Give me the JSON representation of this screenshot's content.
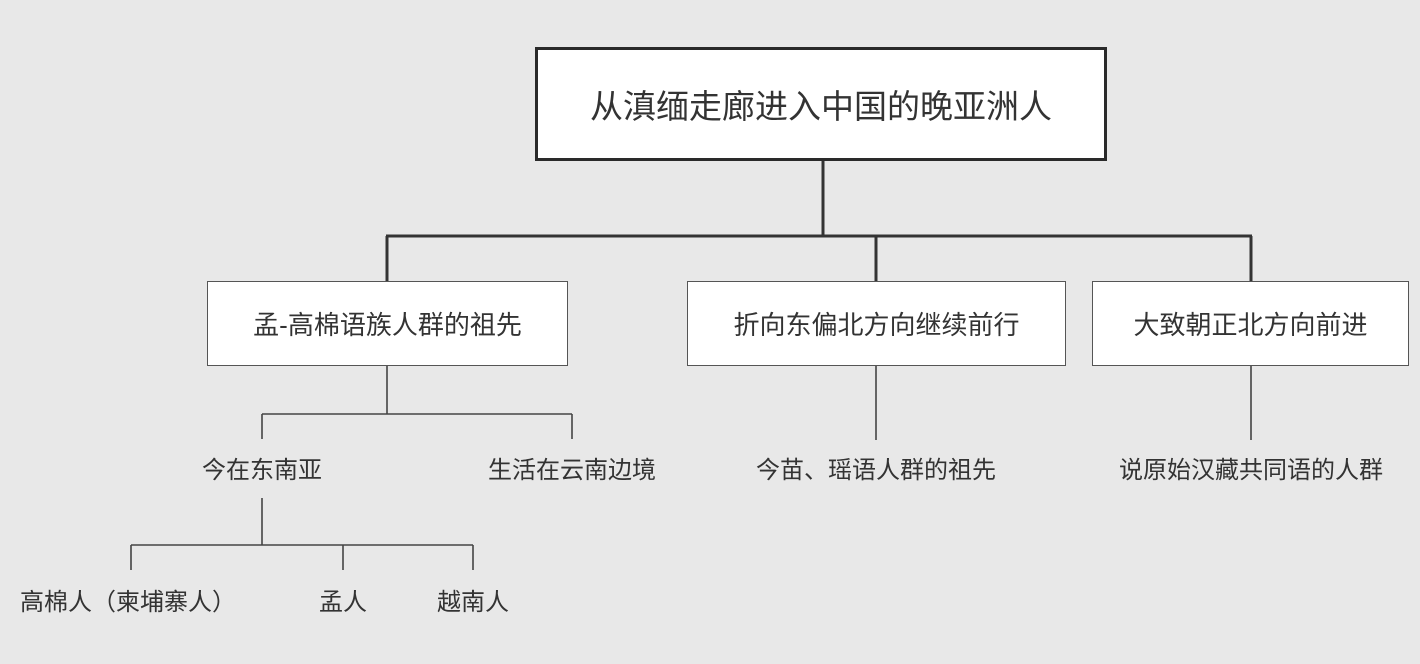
{
  "root": "从滇缅走廊进入中国的晚亚洲人",
  "branches": [
    {
      "label": "孟-高棉语族人群的祖先",
      "children": [
        {
          "label": "今在东南亚",
          "children": [
            "高棉人（柬埔寨人）",
            "孟人",
            "越南人"
          ]
        },
        {
          "label": "生活在云南边境"
        }
      ]
    },
    {
      "label": "折向东偏北方向继续前行",
      "children": [
        {
          "label": "今苗、瑶语人群的祖先"
        }
      ]
    },
    {
      "label": "大致朝正北方向前进",
      "children": [
        {
          "label": "说原始汉藏共同语的人群"
        }
      ]
    }
  ]
}
